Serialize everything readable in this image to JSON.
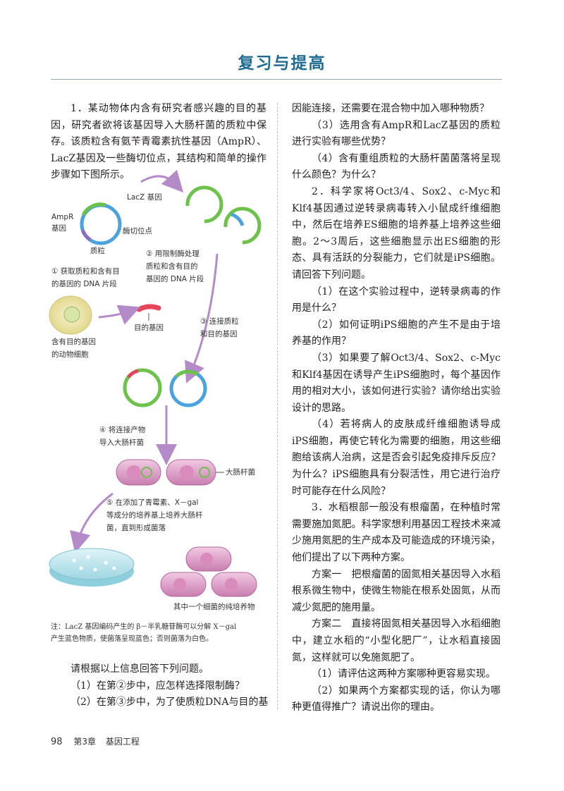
{
  "page": {
    "title": "复习与提高",
    "page_number": "98",
    "chapter": "第3章",
    "chapter_title": "基因工程"
  },
  "left_column": {
    "q1_intro": "1．某动物体内含有研究者感兴趣的目的基因，研究者欲将该基因导入大肠杆菌的质粒中保存。该质粒含有氨苄青霉素抗性基因（AmpR）、LacZ基因及一些酶切位点，其结构和简单的操作步骤如下图所示。",
    "after_diagram_intro": "请根据以上信息回答下列问题。",
    "q1_1": "（1）在第②步中，应怎样选择限制酶？",
    "q1_2": "（2）在第③步中，为了使质粒DNA与目的基"
  },
  "diagram": {
    "lacz_gene": "LacZ 基因",
    "ampr_gene_1": "AmpR",
    "ampr_gene_2": "基因",
    "cut_site": "酶切位点",
    "plasmid": "质粒",
    "step2_1": "② 用限制酶处理",
    "step2_2": "质粒和含有目的",
    "step2_3": "基因的 DNA 片段",
    "step1_1": "① 获取质粒和含有目",
    "step1_2": "的基因的 DNA 片段",
    "target_gene": "目的基因",
    "step3_1": "③ 连接质粒",
    "step3_2": "和目的基因",
    "animal_cell_1": "含有目的基因",
    "animal_cell_2": "的动物细胞",
    "step4_1": "④ 将连接产物",
    "step4_2": "导入大肠杆菌",
    "ecoli": "大肠杆菌",
    "step5_1": "⑤ 在添加了青霉素、X－gal",
    "step5_2": "等成分的培养基上培养大肠杆",
    "step5_3": "菌，直到形成菌落",
    "pure_culture": "其中一个细菌的纯培养物",
    "footnote_1": "注：LacZ 基因编码产生的 β－半乳糖苷酶可以分解 X－gal",
    "footnote_2": "产生蓝色物质，使菌落呈现蓝色；否则菌落为白色。",
    "colors": {
      "plasmid_green": "#6cc24a",
      "plasmid_blue": "#4aa3df",
      "plasmid_purple": "#8e6bbf",
      "target_gene_red": "#e8455a",
      "arrow_purple": "#b48ac9",
      "bacteria_pink": "#e7a7cf",
      "dish_cyan": "#bfe6ee"
    }
  },
  "right_column": {
    "q1_2_cont": "因能连接，还需要在混合物中加入哪种物质？",
    "q1_3": "（3）选用含有AmpR和LacZ基因的质粒进行实验有哪些优势？",
    "q1_4": "（4）含有重组质粒的大肠杆菌菌落将呈现什么颜色？为什么？",
    "q2_intro": "2．科学家将Oct3/4、Sox2、c-Myc和Klf4基因通过逆转录病毒转入小鼠成纤维细胞中，然后在培养ES细胞的培养基上培养这些细胞。2～3周后，这些细胞显示出ES细胞的形态、具有活跃的分裂能力，它们就是iPS细胞。请回答下列问题。",
    "q2_1": "（1）在这个实验过程中，逆转录病毒的作用是什么？",
    "q2_2": "（2）如何证明iPS细胞的产生不是由于培养基的作用？",
    "q2_3": "（3）如果要了解Oct3/4、Sox2、c-Myc和Klf4基因在诱导产生iPS细胞时，每个基因作用的相对大小，该如何进行实验？请你给出实验设计的思路。",
    "q2_4": "（4）若将病人的皮肤成纤维细胞诱导成iPS细胞，再使它转化为需要的细胞，用这些细胞给该病人治病，这是否会引起免疫排斥反应？为什么？iPS细胞具有分裂活性，用它进行治疗时可能存在什么风险？",
    "q3_intro": "3．水稻根部一般没有根瘤菌，在种植时常需要施加氮肥。科学家想利用基因工程技术来减少施用氮肥的生产成本及可能造成的环境污染，他们提出了以下两种方案。",
    "plan1": "方案一　把根瘤菌的固氮相关基因导入水稻根系微生物中，使微生物能在根系处固氮，从而减少氮肥的施用量。",
    "plan2": "方案二　直接将固氮相关基因导入水稻细胞中，建立水稻的“小型化肥厂”，让水稻直接固氮，这样就可以免施氮肥了。",
    "q3_1": "（1）请评估这两种方案哪种更容易实现。",
    "q3_2": "（2）如果两个方案都实现的话，你认为哪种更值得推广？请说出你的理由。"
  }
}
